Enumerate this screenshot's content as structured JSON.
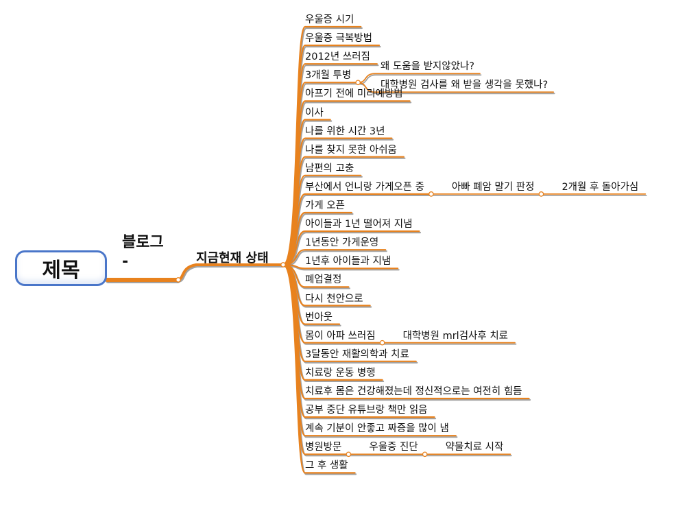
{
  "colors": {
    "branch": "#e8821e",
    "shadow": "#7a7a7a",
    "root_border": "#4a76c9"
  },
  "root": {
    "label": "제목"
  },
  "level1": {
    "line1": "블로그",
    "line2": "-"
  },
  "level2": {
    "label": "지금현재 상태"
  },
  "branches": [
    {
      "label": "우울증 시기",
      "children": []
    },
    {
      "label": "우울증 극복방법",
      "children": []
    },
    {
      "label": "2012년 쓰러짐",
      "children": []
    },
    {
      "label": "3개월 투병",
      "children": [
        "왜 도움을 받지않았나?",
        "대학병원 검사를 왜 받을 생각을 못했나?"
      ]
    },
    {
      "label": "아프기 전에 미리예방법",
      "children": []
    },
    {
      "label": "이사",
      "children": []
    },
    {
      "label": "나를 위한 시간 3년",
      "children": []
    },
    {
      "label": "나를 찾지 못한 아쉬움",
      "children": []
    },
    {
      "label": "남편의 고충",
      "children": []
    },
    {
      "label": "부산에서 언니랑 가게오픈 중",
      "chain": [
        "아빠 폐암 말기 판정",
        "2개월 후 돌아가심"
      ]
    },
    {
      "label": "가게 오픈",
      "children": []
    },
    {
      "label": "아이들과 1년 떨어져 지냄",
      "children": []
    },
    {
      "label": "1년동안 가게운영",
      "children": []
    },
    {
      "label": "1년후 아이들과 지냄",
      "children": []
    },
    {
      "label": "폐업결정",
      "children": []
    },
    {
      "label": "다시 천안으로",
      "children": []
    },
    {
      "label": "번아웃",
      "children": []
    },
    {
      "label": "몸이 아파 쓰러짐",
      "chain": [
        "대학병원 mrl검사후 치료"
      ]
    },
    {
      "label": "3달동안 재활의학과 치료",
      "children": []
    },
    {
      "label": "치료랑 운동 병행",
      "children": []
    },
    {
      "label": "치료후 몸은 건강해졌는데 정신적으로는 여전히 힘듬",
      "children": []
    },
    {
      "label": "공부 중단 유튜브랑 책만 읽음",
      "children": []
    },
    {
      "label": "계속 기분이 안좋고 짜증을 많이 냄",
      "children": []
    },
    {
      "label": "병원방문",
      "chain": [
        "우울증 진단",
        "약물치료 시작"
      ]
    },
    {
      "label": "그 후 생활",
      "children": []
    }
  ]
}
